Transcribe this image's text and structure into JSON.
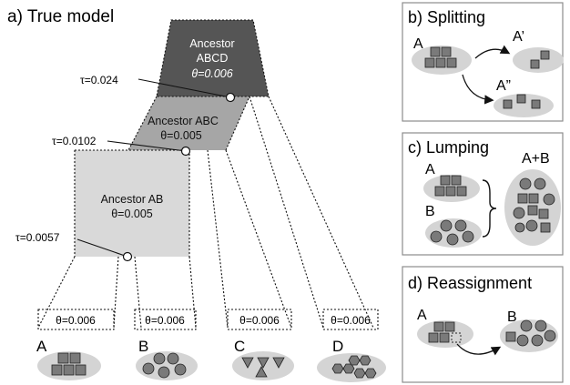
{
  "panels": {
    "true_model": {
      "title": "a) True model",
      "ancestors": {
        "abcd": {
          "name": "Ancestor",
          "name2": "ABCD",
          "theta": "θ=0.006"
        },
        "abc": {
          "name": "Ancestor ABC",
          "theta": "θ=0.005"
        },
        "ab": {
          "name": "Ancestor AB",
          "theta": "θ=0.005"
        }
      },
      "taus": {
        "abcd": "τ=0.024",
        "abc": "τ=0.0102",
        "ab": "τ=0.0057"
      },
      "tips": [
        {
          "label": "A",
          "theta": "θ=0.006",
          "shape": "square"
        },
        {
          "label": "B",
          "theta": "θ=0.006",
          "shape": "circle"
        },
        {
          "label": "C",
          "theta": "θ=0.006",
          "shape": "triangle"
        },
        {
          "label": "D",
          "theta": "θ=0.006",
          "shape": "hexagon"
        }
      ]
    },
    "splitting": {
      "title": "b) Splitting",
      "from": "A",
      "to1": "A’",
      "to2": "A”"
    },
    "lumping": {
      "title": "c) Lumping",
      "a": "A",
      "b": "B",
      "merged": "A+B"
    },
    "reassignment": {
      "title": "d) Reassignment",
      "from": "A",
      "to": "B"
    }
  },
  "colors": {
    "abcd_fill": "#555555",
    "abc_fill": "#a6a6a6",
    "ab_fill": "#d9d9d9",
    "ellipse_fill": "#d4d4d4",
    "item_fill": "#7a7a7a",
    "panel_border": "#8c8c8c"
  }
}
